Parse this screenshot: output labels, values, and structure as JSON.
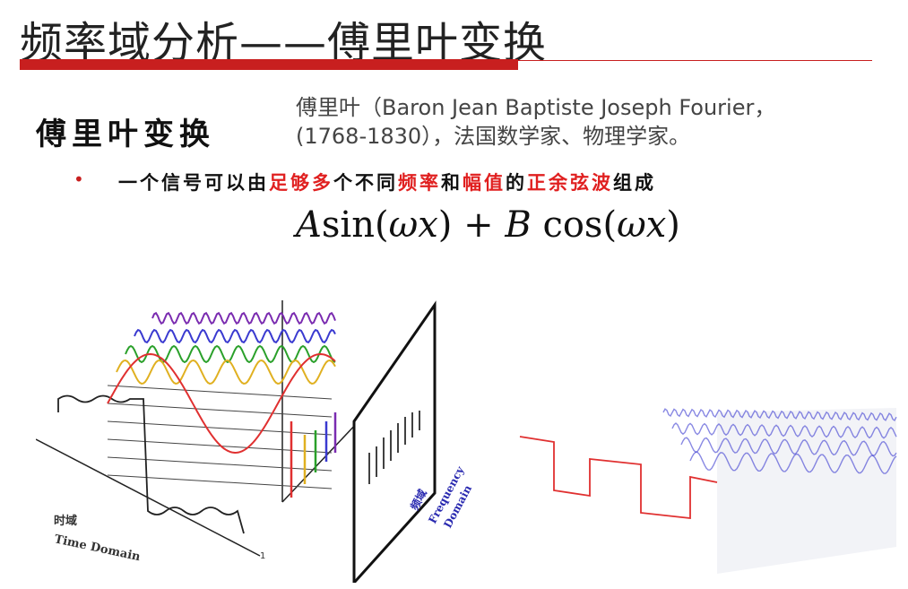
{
  "slide": {
    "title": "频率域分析——傅里叶变换",
    "subtitle": "傅里叶变换",
    "bio_line1": "傅里叶（Baron Jean Baptiste Joseph Fourier，",
    "bio_line2": "(1768-1830），法国数学家、物理学家。",
    "bullet_symbol": "•",
    "sentence_parts": [
      {
        "text": "一个信号可以由",
        "highlight": false
      },
      {
        "text": "足够多",
        "highlight": true
      },
      {
        "text": "个不同",
        "highlight": false
      },
      {
        "text": "频率",
        "highlight": true
      },
      {
        "text": "和",
        "highlight": false
      },
      {
        "text": "幅值",
        "highlight": true
      },
      {
        "text": "的",
        "highlight": false
      },
      {
        "text": "正余弦波",
        "highlight": true
      },
      {
        "text": "组成",
        "highlight": false
      }
    ],
    "formula": {
      "A": "A",
      "sin": "sin(",
      "omega_x_1": "ωx",
      "plus": ") + ",
      "B": "B",
      "cos": " cos(",
      "omega_x_2": "ωx",
      "close": ")"
    }
  },
  "figure_left": {
    "time_domain_cn": "时域",
    "time_domain_en": "Time Domain",
    "freq_domain_cn": "频域",
    "freq_domain_en_1": "Frequency",
    "freq_domain_en_2": "Domain",
    "axis_tick": "1",
    "wave_colors": [
      "#7a2bb0",
      "#3a3ad0",
      "#2aa02a",
      "#e0b020",
      "#e03030"
    ]
  },
  "figure_right": {
    "square_wave_color": "#e03030",
    "harmonic_color": "#3a3ad0"
  }
}
